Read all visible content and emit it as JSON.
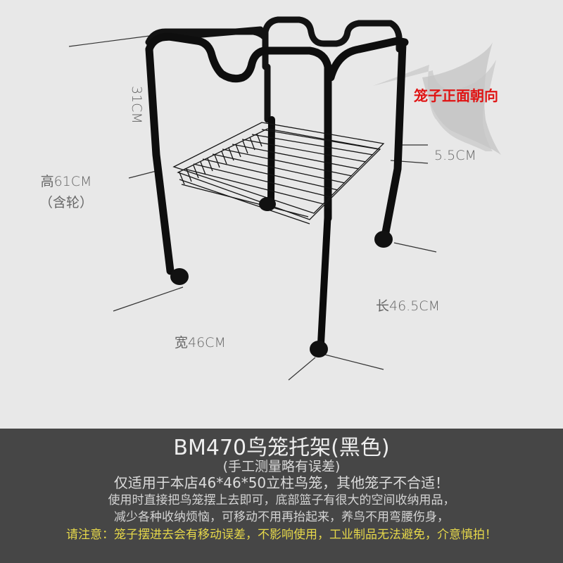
{
  "product_image": {
    "background_color": "#e8e8e8",
    "frame_color": "#111111",
    "arrow_color": "#b4b4b4",
    "direction_label": "笼子正面朝向",
    "direction_label_color": "#e01414"
  },
  "dimensions": {
    "upper_height": "31CM",
    "total_height": "高61CM",
    "total_height_note": "（含轮）",
    "basket_depth": "5.5CM",
    "length": "长46.5CM",
    "width": "宽46CM"
  },
  "info_panel": {
    "background_color": "#464646",
    "title": "BM470鸟笼托架(黑色)",
    "subtitle": "(手工测量略有误差)",
    "compatibility": "仅适用于本店46*46*50立柱鸟笼，其他笼子不合适！",
    "usage_line1": "使用时直接把鸟笼摆上去即可，底部篮子有很大的空间收纳用品，",
    "usage_line2": "减少各种收纳烦恼，可移动不用再抬起来，养鸟不用弯腰伤身，",
    "warning": "请注意：笼子摆进去会有移动误差，不影响使用，工业制品无法避免，介意慎拍！",
    "warning_color": "#e6d84a"
  }
}
